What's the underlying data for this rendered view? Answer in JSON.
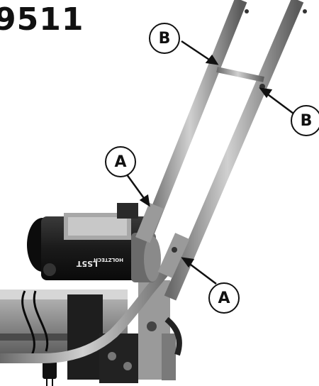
{
  "title": "9511",
  "callouts": [
    {
      "label": "B"
    },
    {
      "label": "B"
    },
    {
      "label": "A"
    },
    {
      "label": "A"
    }
  ],
  "motor_label": {
    "model": "LS5T",
    "brand": "HOLZTECH"
  }
}
